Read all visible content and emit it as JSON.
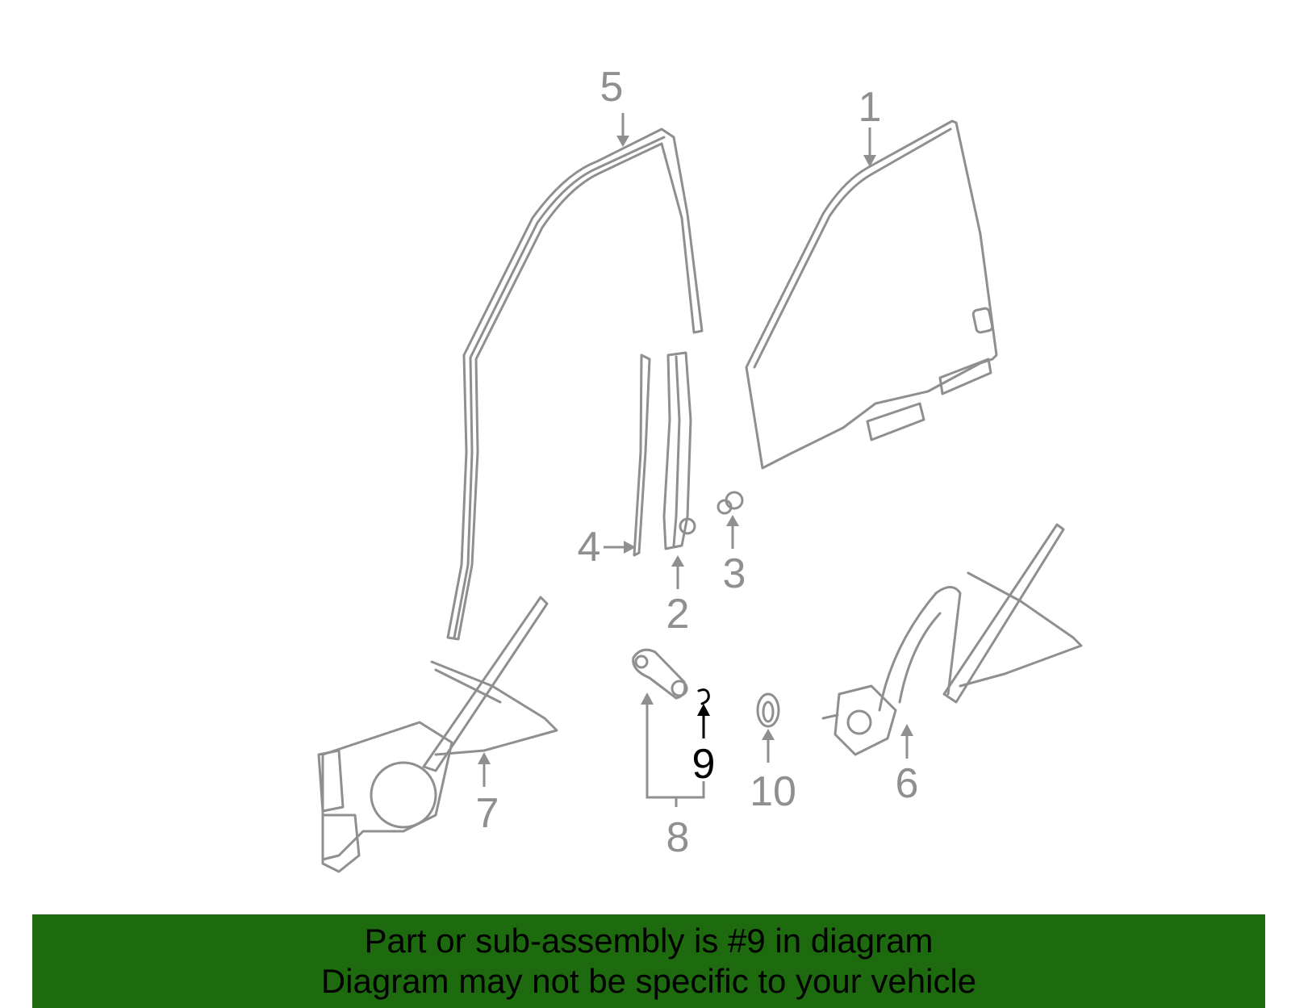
{
  "diagram": {
    "callouts": [
      {
        "id": "1",
        "label": "1",
        "highlighted": false
      },
      {
        "id": "2",
        "label": "2",
        "highlighted": false
      },
      {
        "id": "3",
        "label": "3",
        "highlighted": false
      },
      {
        "id": "4",
        "label": "4",
        "highlighted": false
      },
      {
        "id": "5",
        "label": "5",
        "highlighted": false
      },
      {
        "id": "6",
        "label": "6",
        "highlighted": false
      },
      {
        "id": "7",
        "label": "7",
        "highlighted": false
      },
      {
        "id": "8",
        "label": "8",
        "highlighted": false
      },
      {
        "id": "9",
        "label": "9",
        "highlighted": true
      },
      {
        "id": "10",
        "label": "10",
        "highlighted": false
      }
    ],
    "colors": {
      "part_stroke": "#8f8f8f",
      "highlight": "#000000",
      "banner": "#1e6a0f"
    }
  },
  "banner": {
    "line1": "Part or sub-assembly is #9 in diagram",
    "line2": "Diagram may not be specific to your vehicle"
  }
}
